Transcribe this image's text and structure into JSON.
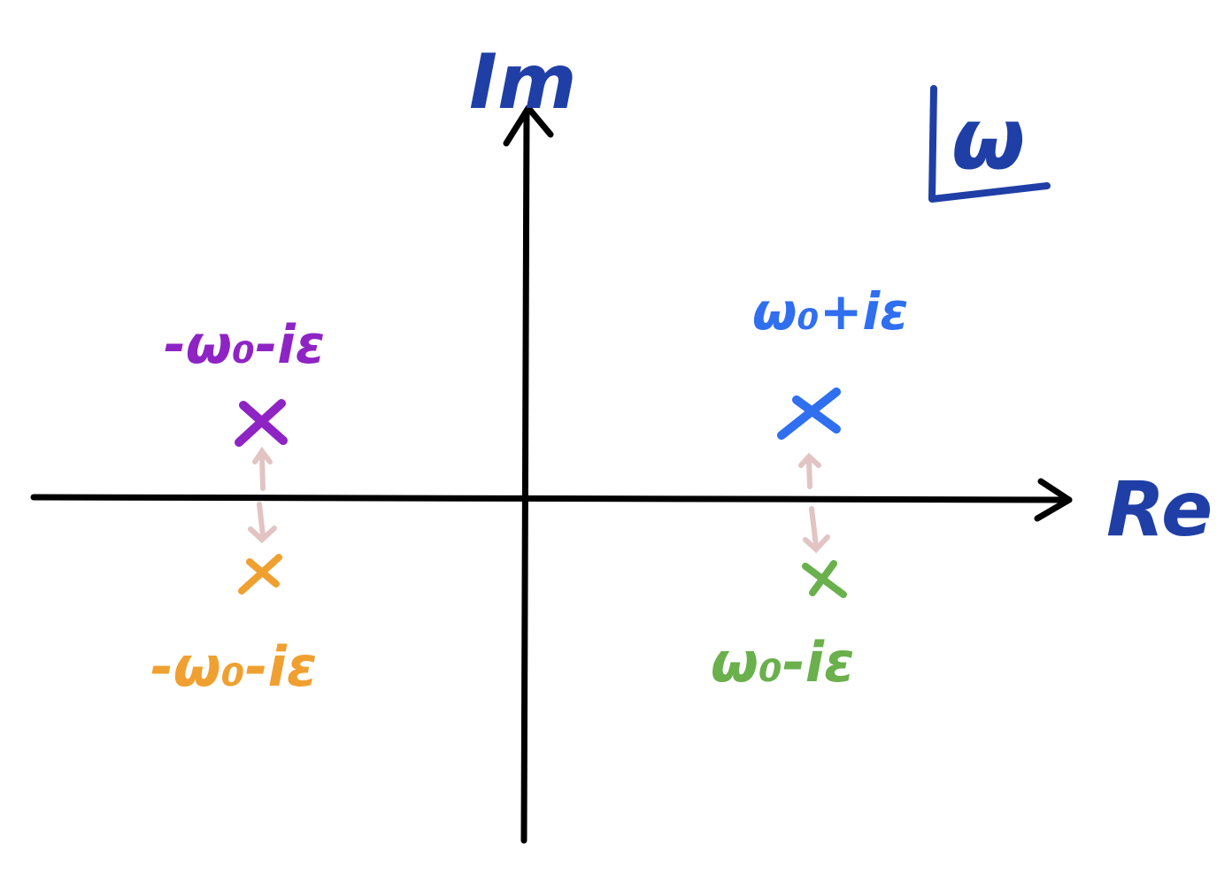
{
  "axes": {
    "imag_label": "Im",
    "real_label": "Re",
    "plane_label": "ω",
    "axis_color": "#000000",
    "axis_label_color": "#1f3fa6"
  },
  "poles": [
    {
      "id": "pole-minus-omega-shifted-up",
      "label": "-ω₀-iε",
      "color": "#8e24c4",
      "icon": "x-marker"
    },
    {
      "id": "pole-plus-omega-shifted-up",
      "label": "ω₀+iε",
      "color": "#2f6ff0",
      "icon": "x-marker"
    },
    {
      "id": "pole-minus-omega-shifted-down",
      "label": "-ω₀-iε",
      "color": "#f0a030",
      "icon": "x-marker"
    },
    {
      "id": "pole-plus-omega-shifted-down",
      "label": "ω₀-iε",
      "color": "#6ab04c",
      "icon": "x-marker"
    }
  ],
  "arrow_color": "#e2c4c4"
}
